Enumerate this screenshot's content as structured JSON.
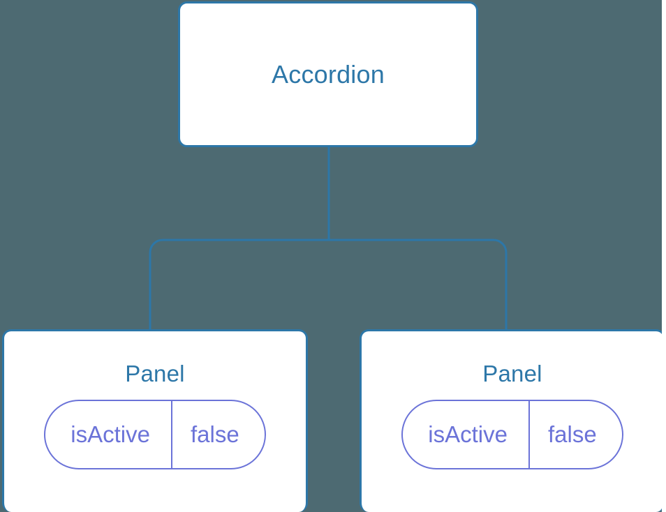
{
  "diagram": {
    "type": "component-tree",
    "background_color": "#4d6a72",
    "node_border_color": "#2d77a8",
    "node_fill_color": "#ffffff",
    "node_label_color": "#2d77a8",
    "edge_color": "#2d77a8",
    "prop_badge_color": "#6b73d8",
    "root": {
      "label": "Accordion"
    },
    "children": [
      {
        "label": "Panel",
        "props": [
          {
            "key": "isActive",
            "value": "false"
          }
        ]
      },
      {
        "label": "Panel",
        "props": [
          {
            "key": "isActive",
            "value": "false"
          }
        ]
      }
    ]
  }
}
